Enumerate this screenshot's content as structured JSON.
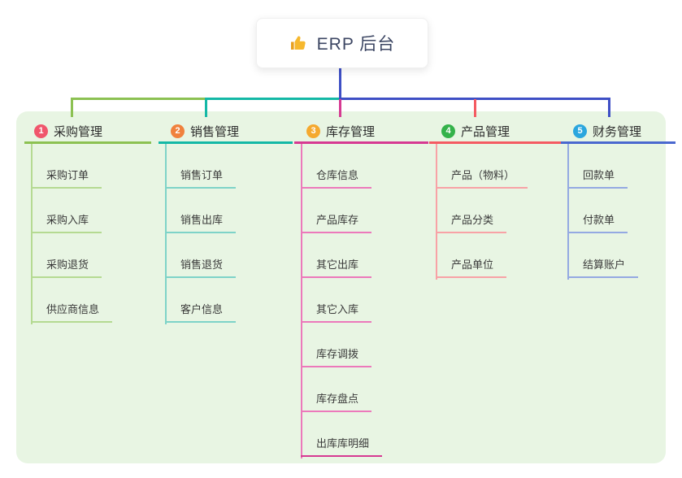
{
  "root": {
    "title": "ERP 后台",
    "icon": "thumbs-up-icon",
    "connector_color": "#3e4fc5",
    "card_bg": "#ffffff",
    "title_color": "#3c4663"
  },
  "panel": {
    "bg_color": "#e8f5e3"
  },
  "branches": [
    {
      "num": "1",
      "label": "采购管理",
      "badge_color": "#f0566c",
      "line_color": "#8cc152",
      "sub_color": "#b5da92",
      "items": [
        "采购订单",
        "采购入库",
        "采购退货",
        "供应商信息"
      ]
    },
    {
      "num": "2",
      "label": "销售管理",
      "badge_color": "#f0813d",
      "line_color": "#14b8a6",
      "sub_color": "#7ed3c8",
      "items": [
        "销售订单",
        "销售出库",
        "销售退货",
        "客户信息"
      ]
    },
    {
      "num": "3",
      "label": "库存管理",
      "badge_color": "#f5a92f",
      "line_color": "#d63a92",
      "sub_color": "#ec79bb",
      "items": [
        "仓库信息",
        "产品库存",
        "其它出库",
        "其它入库",
        "库存调拨",
        "库存盘点",
        "出库库明细"
      ]
    },
    {
      "num": "4",
      "label": "产品管理",
      "badge_color": "#34b24a",
      "line_color": "#f45b62",
      "sub_color": "#f8a2a6",
      "items": [
        "产品（物料）",
        "产品分类",
        "产品单位"
      ]
    },
    {
      "num": "5",
      "label": "财务管理",
      "badge_color": "#2ba6de",
      "line_color": "#4a68cf",
      "sub_color": "#94a9e2",
      "items": [
        "回款单",
        "付款单",
        "结算账户"
      ]
    }
  ]
}
